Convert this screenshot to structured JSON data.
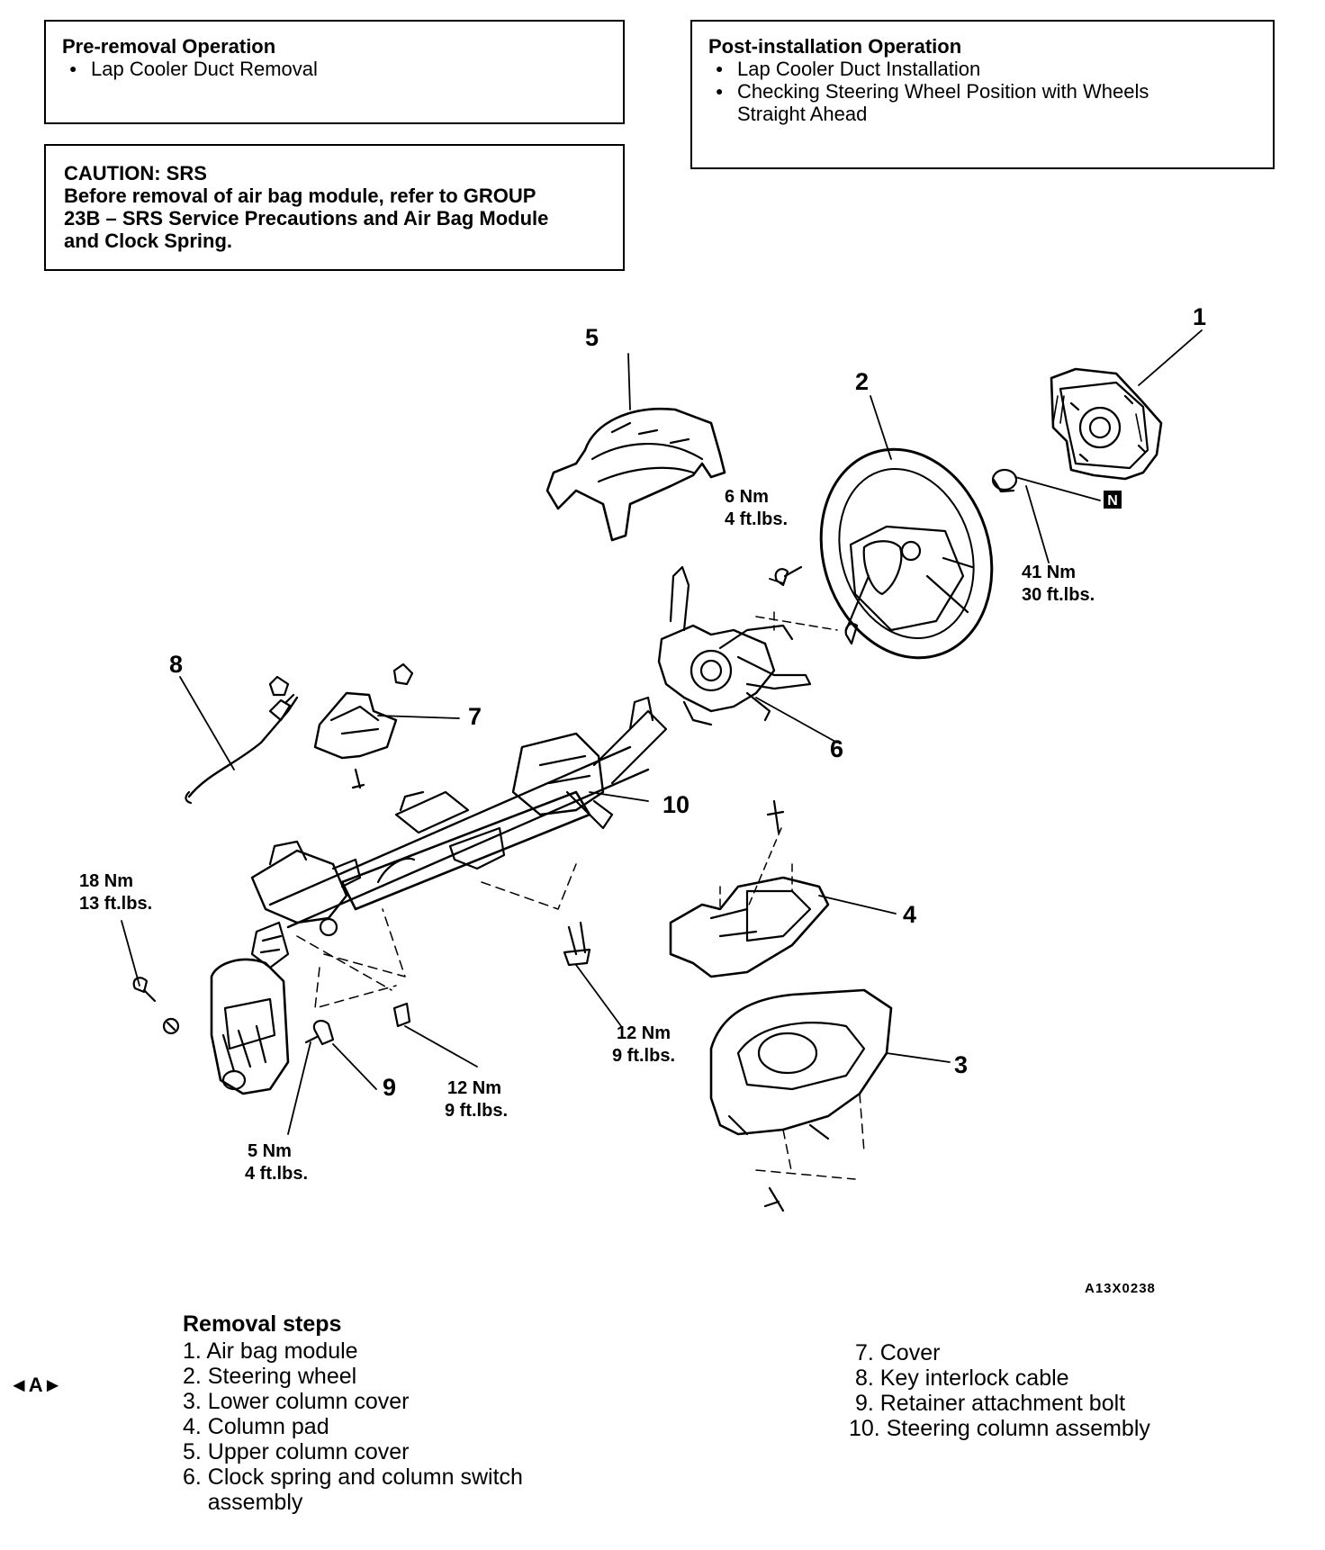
{
  "pre_removal": {
    "title": "Pre-removal Operation",
    "items": [
      "Lap Cooler Duct Removal"
    ]
  },
  "post_installation": {
    "title": "Post-installation Operation",
    "items": [
      "Lap Cooler Duct Installation",
      "Checking Steering Wheel Position with Wheels",
      "Straight Ahead"
    ]
  },
  "caution": {
    "lines": [
      "CAUTION: SRS",
      "Before removal of air bag module, refer to GROUP",
      "23B – SRS Service Precautions and Air Bag Module",
      "and Clock Spring."
    ]
  },
  "callouts": {
    "c1": "1",
    "c2": "2",
    "c3": "3",
    "c4": "4",
    "c5": "5",
    "c6": "6",
    "c7": "7",
    "c8": "8",
    "c9": "9",
    "c10": "10"
  },
  "torques": {
    "t_6nm": [
      "6 Nm",
      "4 ft.lbs."
    ],
    "t_41nm": [
      "41 Nm",
      "30 ft.lbs."
    ],
    "t_18nm": [
      "18 Nm",
      "13 ft.lbs."
    ],
    "t_12nm_a": [
      "12 Nm",
      "9 ft.lbs."
    ],
    "t_12nm_b": [
      "12 Nm",
      "9 ft.lbs."
    ],
    "t_5nm": [
      "5 Nm",
      "4 ft.lbs."
    ]
  },
  "n_marker": "N",
  "figure_code": "A13X0238",
  "removal_steps": {
    "title": "Removal steps",
    "marker": "◄A►",
    "left": [
      "1. Air bag module",
      "2. Steering wheel",
      "3. Lower column cover",
      "4. Column pad",
      "5. Upper column cover",
      "6. Clock spring and column switch",
      "    assembly"
    ],
    "right": [
      " 7. Cover",
      " 8. Key interlock cable",
      " 9. Retainer attachment bolt",
      "10. Steering column assembly"
    ]
  }
}
